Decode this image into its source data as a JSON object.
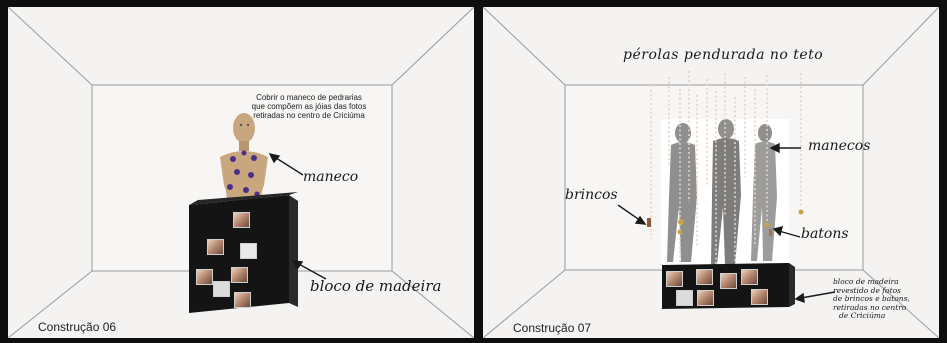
{
  "left_panel": {
    "caption": "Construção 06",
    "note_lines": [
      "Cobrir o maneco de pedrarias",
      "que compõem as jóias  das fotos",
      "retiradas no centro de Criciúma"
    ],
    "label_maneco": "maneco",
    "label_bloco": "bloco de madeira"
  },
  "right_panel": {
    "caption": "Construção 07",
    "title": "pérolas pendurada no teto",
    "label_brincos": "brincos",
    "label_manecos": "manecos",
    "label_batons": "batons",
    "note_lines": [
      "bloco de madeira",
      "revestido de fotos",
      "de brincos e batons,",
      "retiradas no centro",
      "de Criciúma"
    ]
  },
  "colors": {
    "frame": "#0e0e0e",
    "wall": "#f4f3f1",
    "block": "#141414",
    "bust": "#c9a77e",
    "gem": "#4a2f8a"
  }
}
